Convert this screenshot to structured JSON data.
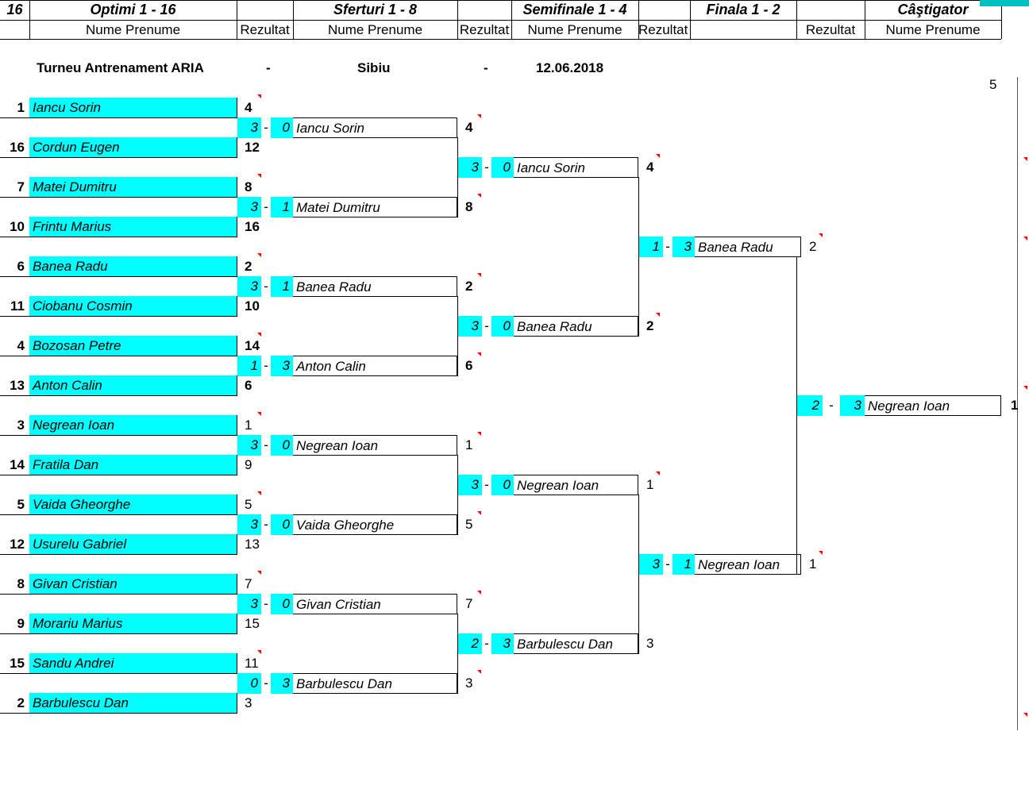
{
  "header": {
    "draw_size": "16",
    "round1": "Optimi 1 - 16",
    "round2": "Sferturi 1 - 8",
    "round3": "Semifinale 1 - 4",
    "round4": "Finala 1 - 2",
    "winner": "Câştigator",
    "col_name": "Nume Prenume",
    "col_result": "Rezultat"
  },
  "tournament": {
    "name": "Turneu Antrenament ARIA",
    "sep": "-",
    "city": "Sibiu",
    "date": "12.06.2018",
    "corner_value": "5"
  },
  "round1": [
    {
      "seed": "1",
      "name": "Iancu Sorin",
      "result": "4"
    },
    {
      "seed": "16",
      "name": "Cordun Eugen",
      "result": "12"
    },
    {
      "seed": "7",
      "name": "Matei Dumitru",
      "result": "8"
    },
    {
      "seed": "10",
      "name": "Frintu Marius",
      "result": "16"
    },
    {
      "seed": "6",
      "name": "Banea Radu",
      "result": "2"
    },
    {
      "seed": "11",
      "name": "Ciobanu Cosmin",
      "result": "10"
    },
    {
      "seed": "4",
      "name": "Bozosan Petre",
      "result": "14"
    },
    {
      "seed": "13",
      "name": "Anton Calin",
      "result": "6"
    },
    {
      "seed": "3",
      "name": "Negrean Ioan",
      "result": "1"
    },
    {
      "seed": "14",
      "name": "Fratila Dan",
      "result": "9"
    },
    {
      "seed": "5",
      "name": "Vaida Gheorghe",
      "result": "5"
    },
    {
      "seed": "12",
      "name": "Usurelu Gabriel",
      "result": "13"
    },
    {
      "seed": "8",
      "name": "Givan Cristian",
      "result": "7"
    },
    {
      "seed": "9",
      "name": "Morariu Marius",
      "result": "15"
    },
    {
      "seed": "15",
      "name": "Sandu Andrei",
      "result": "11"
    },
    {
      "seed": "2",
      "name": "Barbulescu Dan",
      "result": "3"
    }
  ],
  "round2": [
    {
      "s1": "3",
      "s2": "0",
      "name": "Iancu Sorin",
      "result": "4"
    },
    {
      "s1": "3",
      "s2": "1",
      "name": "Matei Dumitru",
      "result": "8"
    },
    {
      "s1": "3",
      "s2": "1",
      "name": "Banea Radu",
      "result": "2"
    },
    {
      "s1": "1",
      "s2": "3",
      "name": "Anton Calin",
      "result": "6"
    },
    {
      "s1": "3",
      "s2": "0",
      "name": "Negrean Ioan",
      "result": "1"
    },
    {
      "s1": "3",
      "s2": "0",
      "name": "Vaida Gheorghe",
      "result": "5"
    },
    {
      "s1": "3",
      "s2": "0",
      "name": "Givan Cristian",
      "result": "7"
    },
    {
      "s1": "0",
      "s2": "3",
      "name": "Barbulescu Dan",
      "result": "3"
    }
  ],
  "round3": [
    {
      "s1": "3",
      "s2": "0",
      "name": "Iancu Sorin",
      "result": "4"
    },
    {
      "s1": "3",
      "s2": "0",
      "name": "Banea Radu",
      "result": "2"
    },
    {
      "s1": "3",
      "s2": "0",
      "name": "Negrean Ioan",
      "result": "1"
    },
    {
      "s1": "2",
      "s2": "3",
      "name": "Barbulescu Dan",
      "result": "3"
    }
  ],
  "round4": [
    {
      "s1": "1",
      "s2": "3",
      "name": "Banea Radu",
      "result": "2"
    },
    {
      "s1": "3",
      "s2": "1",
      "name": "Negrean Ioan",
      "result": "1"
    }
  ],
  "final": {
    "s1": "2",
    "s2": "3",
    "name": "Negrean Ioan",
    "result": "1"
  },
  "colors": {
    "highlight": "#00ffff",
    "comment_marker": "#ff0000"
  }
}
